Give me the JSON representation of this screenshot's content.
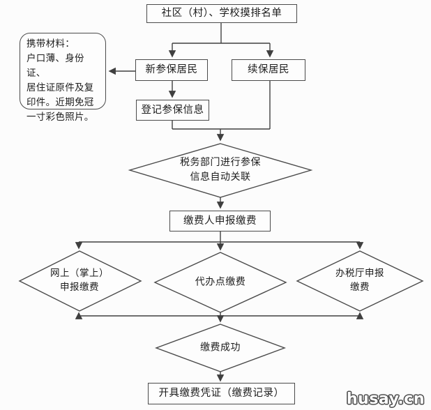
{
  "page": {
    "background": "#fcfcfc",
    "line_color": "#3f3f3f",
    "box_border_color": "#4a4a4a",
    "text_color": "#1c1c1c",
    "watermark": "husay.cn"
  },
  "nodes": {
    "top_box": "社区（村）、学校摸排名单",
    "note_box": {
      "lines": [
        "携带材料：",
        "户口薄、身份证、",
        "居住证原件及复",
        "印件。近期免冠",
        "一寸彩色照片。"
      ]
    },
    "new_resident": "新参保居民",
    "renew_resident": "续保居民",
    "register_info": "登记参保信息",
    "tax_link": {
      "line1": "税务部门进行参保",
      "line2": "信息自动关联"
    },
    "declare_pay": "缴费人申报缴费",
    "online_pay": {
      "line1": "网上（掌上）",
      "line2": "申报缴费"
    },
    "agent_pay": "代办点缴费",
    "hall_pay": {
      "line1": "办税厅申报",
      "line2": "缴费"
    },
    "pay_success": "缴费成功",
    "receipt": "开具缴费凭证（缴费记录）"
  }
}
